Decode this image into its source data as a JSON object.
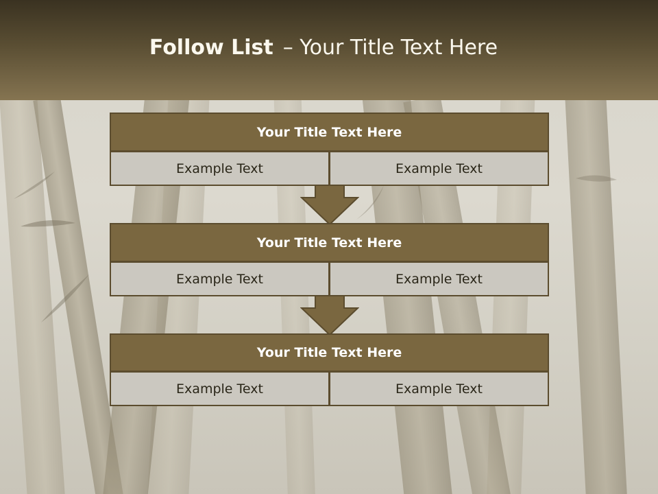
{
  "slide": {
    "title_bold": "Follow List",
    "title_rest": "– Your Title Text Here"
  },
  "blocks": [
    {
      "title": "Your Title Text Here",
      "left": "Example Text",
      "right": "Example Text"
    },
    {
      "title": "Your Title Text Here",
      "left": "Example Text",
      "right": "Example Text"
    },
    {
      "title": "Your Title Text Here",
      "left": "Example Text",
      "right": "Example Text"
    }
  ],
  "colors": {
    "header_top": "#3a3221",
    "header_bottom": "#857451",
    "title_bar": "#7a6740",
    "cell": "#cbc8c0",
    "border": "#5b4c2e"
  }
}
